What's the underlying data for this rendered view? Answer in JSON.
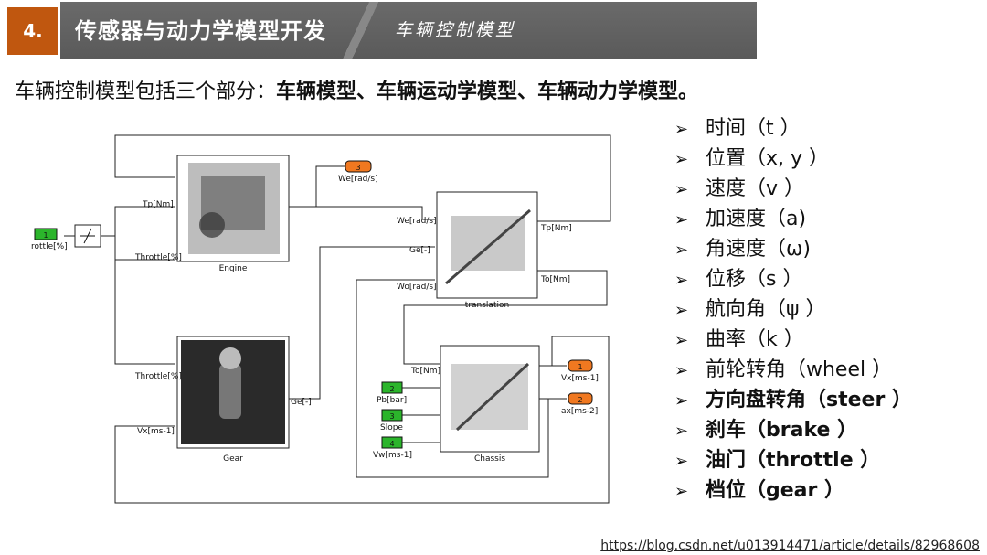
{
  "header": {
    "number": "4.",
    "title": "传感器与动力学模型开发",
    "subtitle": "车辆控制模型"
  },
  "intro": {
    "lead": "车辆控制模型包括三个部分：",
    "bold": "车辆模型、车辆运动学模型、车辆动力学模型。"
  },
  "list": [
    {
      "text": "时间（t ）",
      "bold": false
    },
    {
      "text": "位置（x, y ）",
      "bold": false
    },
    {
      "text": "速度（v ）",
      "bold": false
    },
    {
      "text": "加速度（a)",
      "bold": false
    },
    {
      "text": "角速度（ω)",
      "bold": false
    },
    {
      "text": "位移（s ）",
      "bold": false
    },
    {
      "text": "航向角（ψ ）",
      "bold": false
    },
    {
      "text": "曲率（k ）",
      "bold": false
    },
    {
      "text": "前轮转角（wheel ）",
      "bold": false
    },
    {
      "text": "方向盘转角（steer ）",
      "bold": true
    },
    {
      "text": "刹车（brake ）",
      "bold": true
    },
    {
      "text": "油门（throttle ）",
      "bold": true
    },
    {
      "text": "档位（gear ）",
      "bold": true
    }
  ],
  "list_arrow": "➢",
  "diagram": {
    "engine": {
      "name": "Engine",
      "in_tp": "Tp[Nm]",
      "in_throttle": "Throttle[%]"
    },
    "gear": {
      "name": "Gear",
      "in_throttle": "Throttle[%]",
      "in_vx": "Vx[ms-1]",
      "out_ge": "Ge[-]"
    },
    "translation": {
      "name": "translation",
      "in_we": "We[rad/s]",
      "in_ge": "Ge[-]",
      "in_wo": "Wo[rad/s]",
      "out_tp": "Tp[Nm]",
      "out_to": "To[Nm]"
    },
    "chassis": {
      "name": "Chassis",
      "in_to": "To[Nm]",
      "in_pb": "Pb[bar]",
      "in_slope": "Slope",
      "in_vw": "Vw[ms-1]",
      "out_vx": "Vx[ms-1]",
      "out_ax": "ax[ms-2]"
    },
    "inport_throttle": {
      "num": "1",
      "label": "rottle[%]"
    },
    "inport_pb": {
      "num": "2",
      "label": "Pb[bar]"
    },
    "inport_slope": {
      "num": "3",
      "label": "Slope"
    },
    "inport_vw": {
      "num": "4",
      "label": "Vw[ms-1]"
    },
    "outport_we": {
      "num": "3",
      "label": "We[rad/s]"
    },
    "outport_vx": {
      "num": "1",
      "label": "Vx[ms-1]"
    },
    "outport_ax": {
      "num": "2",
      "label": "ax[ms-2]"
    }
  },
  "colors": {
    "inport": "#2bb52b",
    "outport": "#f07820",
    "header_bar": "#5f5f5f",
    "header_num": "#c0570f"
  },
  "footer_url": "https://blog.csdn.net/u013914471/article/details/82968608"
}
